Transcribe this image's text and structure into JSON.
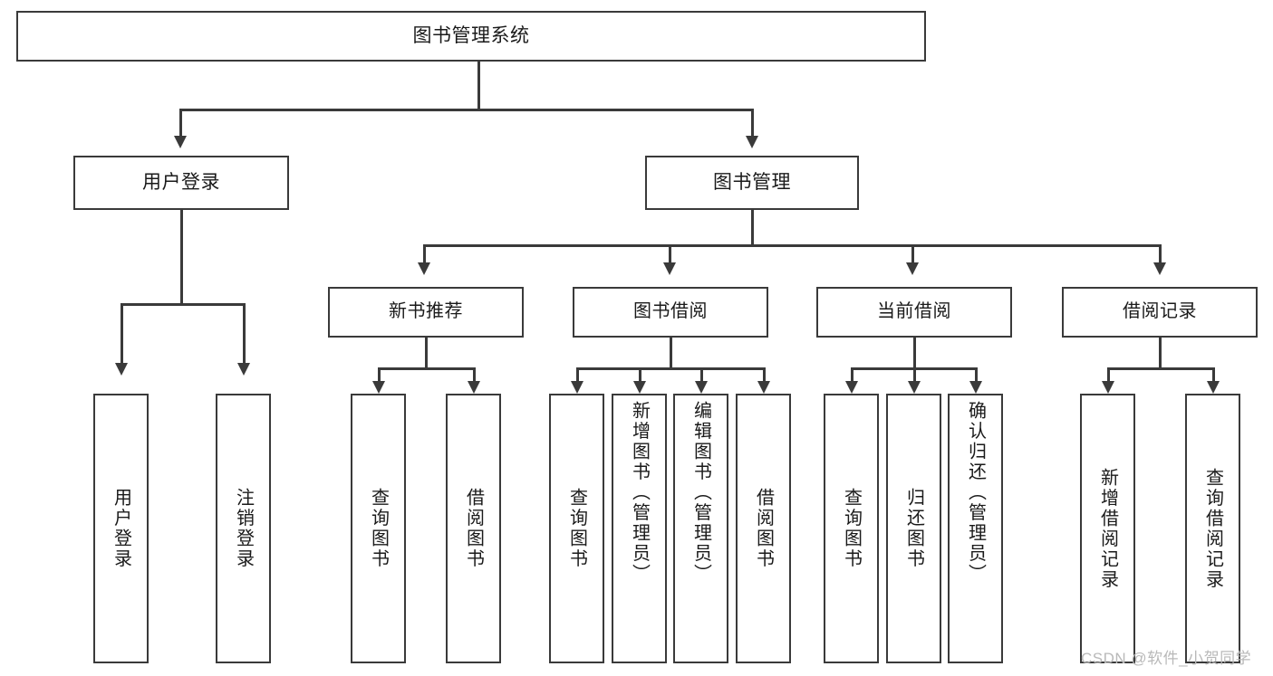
{
  "diagram": {
    "title": "图书管理系统",
    "type": "tree-hierarchy-chart",
    "root": {
      "label": "图书管理系统"
    },
    "level1": [
      {
        "label": "用户登录"
      },
      {
        "label": "图书管理"
      }
    ],
    "level2": [
      {
        "label": "新书推荐"
      },
      {
        "label": "图书借阅"
      },
      {
        "label": "当前借阅"
      },
      {
        "label": "借阅记录"
      }
    ],
    "leaves": {
      "user_login": [
        {
          "label": "用户登录"
        },
        {
          "label": "注销登录"
        }
      ],
      "new_book_recommend": [
        {
          "label": "查询图书"
        },
        {
          "label": "借阅图书"
        }
      ],
      "book_borrow": [
        {
          "label": "查询图书"
        },
        {
          "label": "新增图书（管理员）"
        },
        {
          "label": "编辑图书（管理员）"
        },
        {
          "label": "借阅图书"
        }
      ],
      "current_borrow": [
        {
          "label": "查询图书"
        },
        {
          "label": "归还图书"
        },
        {
          "label": "确认归还（管理员）"
        }
      ],
      "borrow_record": [
        {
          "label": "新增借阅记录"
        },
        {
          "label": "查询借阅记录"
        }
      ]
    }
  },
  "watermark": {
    "text": "CSDN @软件_小贺同学"
  },
  "colors": {
    "line": "#3a3a3a",
    "box_fill": "#ffffff",
    "text": "#1a1a1a",
    "watermark": "#b9b9b9"
  }
}
